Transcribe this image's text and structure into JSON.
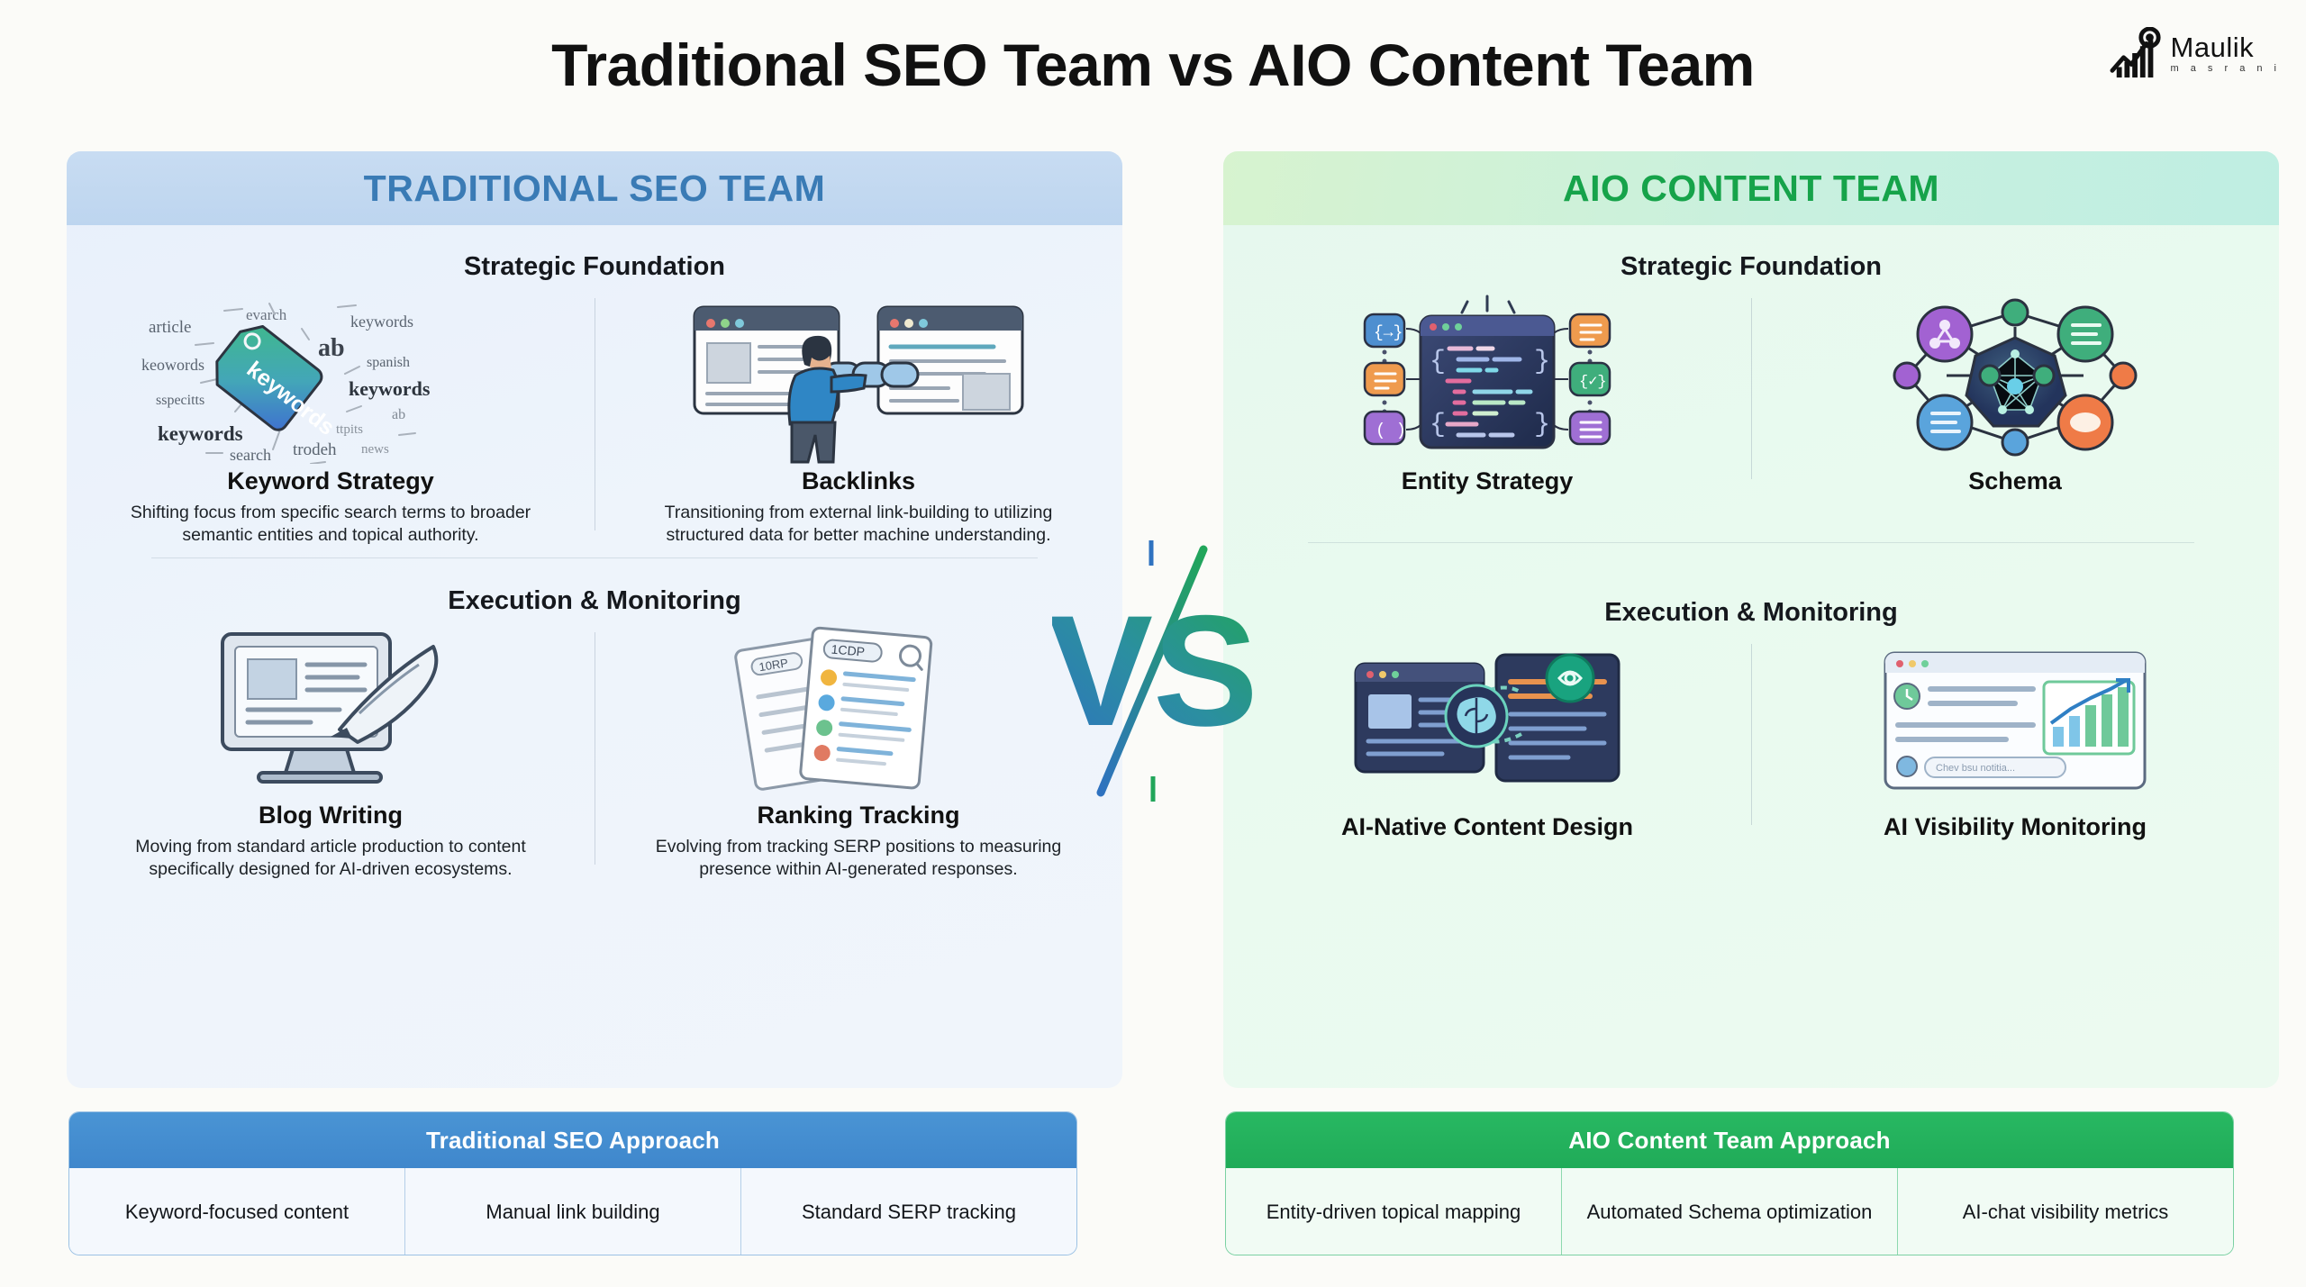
{
  "header": {
    "title": "Traditional SEO Team vs AIO Content Team",
    "logo": {
      "name": "Maulik",
      "subtitle": "m a s r a n i",
      "icon": "growth-chart-magnifier-icon"
    }
  },
  "center": {
    "vs_label": "VS",
    "gradient_from": "#2f72c0",
    "gradient_to": "#21a65a"
  },
  "left_panel": {
    "heading": "TRADITIONAL SEO TEAM",
    "accent": "#3a7bb5",
    "sections": [
      {
        "title": "Strategic Foundation"
      },
      {
        "title": "Execution & Monitoring"
      }
    ],
    "cards": [
      {
        "title": "Keyword Strategy",
        "desc": "Shifting focus from specific search terms to broader semantic entities and topical authority.",
        "icon": "keyword-tag-wordcloud-icon",
        "wordcloud": [
          "article",
          "evarch",
          "keywords",
          "keowords",
          "ab",
          "spanish",
          "sspecitts",
          "keywords",
          "keywords",
          "ttpits",
          "ab",
          "trodeh",
          "news",
          "search"
        ],
        "tag_label": "keywords"
      },
      {
        "title": "Backlinks",
        "desc": "Transitioning from external link-building to utilizing structured data for better machine understanding.",
        "icon": "person-linking-browsers-icon"
      },
      {
        "title": "Blog Writing",
        "desc": "Moving from standard article production to content specifically designed for AI-driven ecosystems.",
        "icon": "desktop-quill-writing-icon"
      },
      {
        "title": "Ranking Tracking",
        "desc": "Evolving from tracking SERP positions to measuring presence within AI-generated responses.",
        "icon": "serp-ranking-documents-icon",
        "doc_labels": [
          "1CDP",
          "10RP"
        ]
      }
    ],
    "approach": {
      "title": "Traditional SEO Approach",
      "accent": "#3f87cc",
      "items": [
        "Keyword-focused content",
        "Manual link building",
        "Standard SERP tracking"
      ]
    }
  },
  "right_panel": {
    "heading": "AIO CONTENT TEAM",
    "accent": "#16a34a",
    "sections": [
      {
        "title": "Strategic Foundation"
      },
      {
        "title": "Execution & Monitoring"
      }
    ],
    "cards": [
      {
        "title": "Entity Strategy",
        "icon": "code-window-entity-nodes-icon"
      },
      {
        "title": "Schema",
        "icon": "knowledge-graph-network-icon"
      },
      {
        "title": "AI-Native Content Design",
        "icon": "ai-brain-content-editor-icon"
      },
      {
        "title": "AI Visibility Monitoring",
        "icon": "analytics-dashboard-chat-icon"
      }
    ],
    "approach": {
      "title": "AIO Content Team Approach",
      "accent": "#20ab58",
      "items": [
        "Entity-driven topical mapping",
        "Automated Schema optimization",
        "AI-chat visibility metrics"
      ]
    }
  }
}
